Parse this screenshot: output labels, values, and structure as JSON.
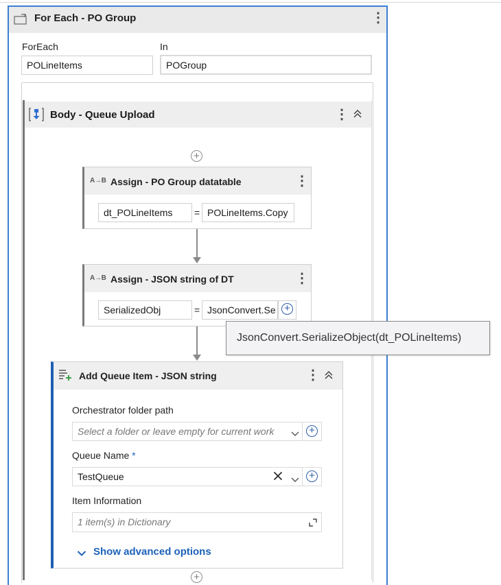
{
  "foreach": {
    "title": "For Each - PO Group",
    "foreach_label": "ForEach",
    "foreach_value": "POLineItems",
    "in_label": "In",
    "in_value": "POGroup"
  },
  "body": {
    "title": "Body - Queue Upload"
  },
  "assign1": {
    "icon_text": "A→B",
    "title": "Assign - PO Group datatable",
    "to": "dt_POLineItems",
    "eq": "=",
    "value": "POLineItems.Copy"
  },
  "assign2": {
    "icon_text": "A→B",
    "title": "Assign - JSON string of DT",
    "to": "SerializedObj",
    "eq": "=",
    "value": "JsonConvert.Se"
  },
  "tooltip": {
    "text": "JsonConvert.SerializeObject(dt_POLineItems)"
  },
  "add_queue_item": {
    "title": "Add Queue Item - JSON string",
    "folder_label": "Orchestrator folder path",
    "folder_placeholder": "Select a folder or leave empty for current work",
    "queue_label": "Queue Name",
    "required_mark": "*",
    "queue_value": "TestQueue",
    "item_info_label": "Item Information",
    "item_info_value": "1 item(s) in Dictionary",
    "advanced_link": "Show advanced options"
  },
  "colors": {
    "selection_border": "#3a7fd5",
    "activity_accent": "#1e5fb4",
    "link": "#1c62b9"
  },
  "icons": [
    "foreach-icon",
    "sequence-icon",
    "assign-icon",
    "add-queue-item-icon",
    "kebab-menu-icon",
    "collapse-icon",
    "add-activity-icon",
    "expression-editor-icon",
    "clear-icon",
    "chevron-down-icon",
    "expand-icon"
  ]
}
